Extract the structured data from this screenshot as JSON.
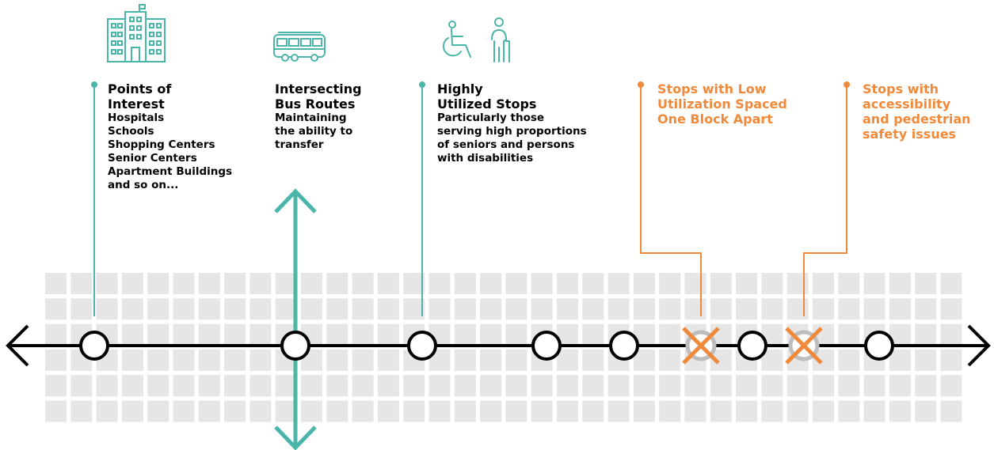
{
  "colors": {
    "teal": "#4bb5aa",
    "orange": "#f08a3a",
    "grid": "#e6e6e6",
    "line": "#000000",
    "removed_stop": "#bdbdbd"
  },
  "icons": {
    "points_of_interest": "building-icon",
    "bus_routes": "bus-icon",
    "utilized_stops": "wheelchair-and-person-with-cane-icon"
  },
  "categories": [
    {
      "id": "points-of-interest",
      "title_lines": [
        "Points of",
        "Interest"
      ],
      "body_lines": [
        "Hospitals",
        "Schools",
        "Shopping Centers",
        "Senior Centers",
        "Apartment Buildings",
        "and so on..."
      ],
      "color": "teal"
    },
    {
      "id": "intersecting-bus-routes",
      "title_lines": [
        "Intersecting",
        "Bus Routes"
      ],
      "body_lines": [
        "Maintaining",
        "the ability to",
        "transfer"
      ],
      "color": "teal"
    },
    {
      "id": "highly-utilized-stops",
      "title_lines": [
        "Highly",
        "Utilized Stops"
      ],
      "body_lines": [
        "Particularly those",
        "serving high proportions",
        "of seniors and persons",
        "with disabilities"
      ],
      "color": "teal"
    },
    {
      "id": "low-utilization-stops",
      "title_lines": [
        "Stops with Low",
        "Utilization Spaced",
        "One Block Apart"
      ],
      "body_lines": [],
      "color": "orange"
    },
    {
      "id": "accessibility-issue-stops",
      "title_lines": [
        "Stops with",
        "accessibility",
        "and pedestrian",
        "safety issues"
      ],
      "body_lines": [],
      "color": "orange"
    }
  ],
  "stops": [
    {
      "status": "kept"
    },
    {
      "status": "kept"
    },
    {
      "status": "kept"
    },
    {
      "status": "kept"
    },
    {
      "status": "kept"
    },
    {
      "status": "removed"
    },
    {
      "status": "kept"
    },
    {
      "status": "removed"
    },
    {
      "status": "kept"
    }
  ]
}
